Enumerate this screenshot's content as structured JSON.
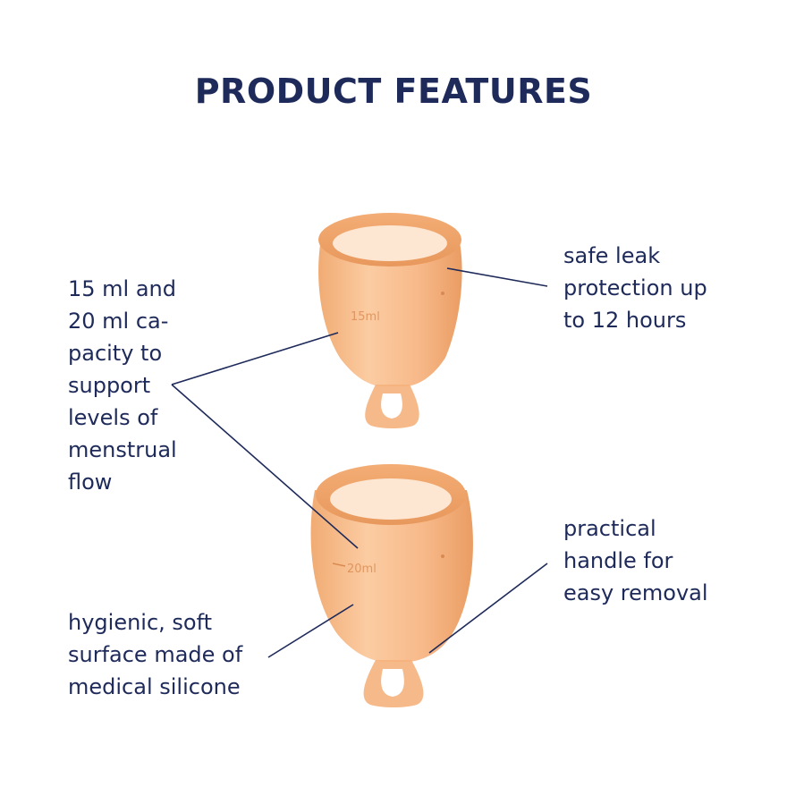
{
  "title": "PRODUCT FEATURES",
  "features": {
    "capacity": [
      "15 ml and",
      "20 ml ca-",
      "pacity to",
      "support",
      "levels of",
      "menstrual",
      "flow"
    ],
    "leak": [
      "safe leak",
      "protection up",
      "to 12 hours"
    ],
    "handle": [
      "practical",
      "handle for",
      "easy removal"
    ],
    "hygienic": [
      "hygienic, soft",
      "surface made of",
      "medical silicone"
    ]
  },
  "cups": {
    "top_marking": "15ml",
    "bottom_marking": "20ml"
  },
  "colors": {
    "text": "#1e2a5a",
    "cup": "#f6b27c",
    "cup_dark": "#e89a5e",
    "line": "#1e2a5a"
  }
}
